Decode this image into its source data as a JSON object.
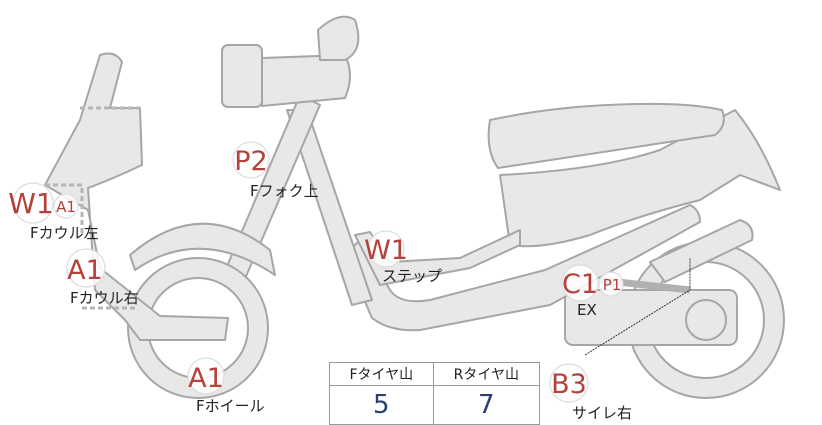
{
  "markers": {
    "w1_cowl": "W1",
    "a1_cowl_small": "A1",
    "a1_cowl_right": "A1",
    "p2_fork": "P2",
    "w1_step": "W1",
    "a1_wheel": "A1",
    "c1_ex": "C1",
    "p1_ex": "P1",
    "b3_side": "B3"
  },
  "labels": {
    "cowl_left": "Fカウル左",
    "cowl_right": "Fカウル右",
    "fork_upper": "Fフォク上",
    "step": "ステップ",
    "f_wheel": "Fホイール",
    "ex": "EX",
    "side_right": "サイレ右"
  },
  "tire_table": {
    "front_header": "Fタイヤ山",
    "rear_header": "Rタイヤ山",
    "front_value": "5",
    "rear_value": "7"
  },
  "colors": {
    "body_fill": "#e8e8e6",
    "outline": "#a6a6a6",
    "marker_text": "#b5413d",
    "table_value": "#2c3f6e"
  }
}
